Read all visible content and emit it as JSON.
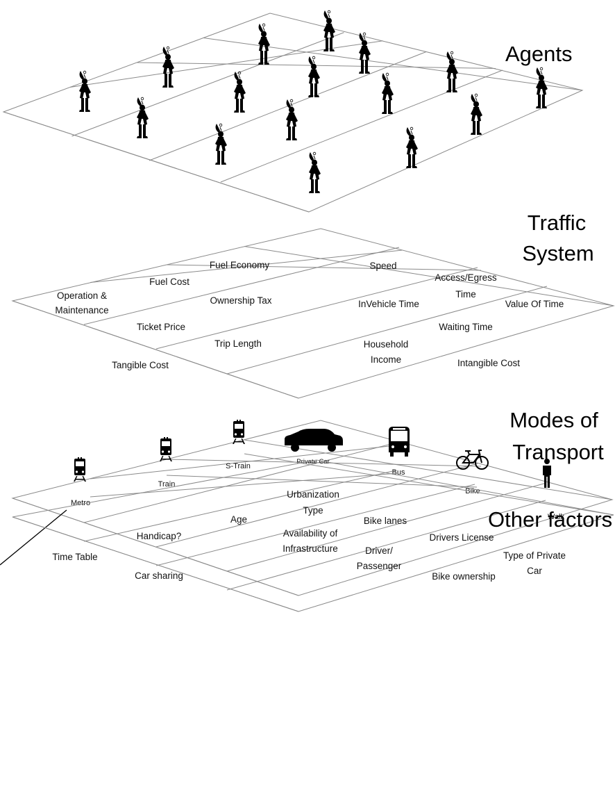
{
  "layers": {
    "agents": {
      "title": "Agents"
    },
    "traffic": {
      "title_line1": "Traffic",
      "title_line2": "System",
      "labels": {
        "fuel_economy": "Fuel Economy",
        "speed": "Speed",
        "fuel_cost": "Fuel Cost",
        "access_egress_line1": "Access/Egress",
        "access_egress_line2": "Time",
        "operation_line1": "Operation &",
        "operation_line2": "Maintenance",
        "ownership_tax": "Ownership Tax",
        "invehicle_time": "InVehicle Time",
        "value_of_time": "Value Of Time",
        "ticket_price": "Ticket Price",
        "waiting_time": "Waiting Time",
        "trip_length": "Trip Length",
        "household_line1": "Household",
        "household_line2": "Income",
        "tangible_cost": "Tangible Cost",
        "intangible_cost": "Intangible Cost"
      }
    },
    "modes": {
      "title_line1": "Modes of",
      "title_line2": "Transport",
      "items": {
        "metro": {
          "label": "Metro",
          "icon": "metro-icon"
        },
        "train": {
          "label": "Train",
          "icon": "train-icon"
        },
        "s_train": {
          "label": "S-Train",
          "icon": "s-train-icon"
        },
        "private_car": {
          "label": "Private Car",
          "icon": "car-icon"
        },
        "bus": {
          "label": "Bus",
          "icon": "bus-icon"
        },
        "bike": {
          "label": "Bike",
          "icon": "bicycle-icon"
        },
        "walk": {
          "label": "Walk",
          "icon": "pedestrian-icon"
        }
      }
    },
    "other": {
      "title": "Other factors",
      "labels": {
        "urbanization_line1": "Urbanization",
        "urbanization_line2": "Type",
        "age": "Age",
        "bike_lanes": "Bike lanes",
        "handicap": "Handicap?",
        "availability_line1": "Availability of",
        "availability_line2": "Infrastructure",
        "drivers_license": "Drivers License",
        "time_table": "Time Table",
        "driver_line1": "Driver/",
        "driver_line2": "Passenger",
        "type_private_line1": "Type of Private",
        "type_private_line2": "Car",
        "car_sharing": "Car sharing",
        "bike_ownership": "Bike ownership"
      }
    }
  }
}
